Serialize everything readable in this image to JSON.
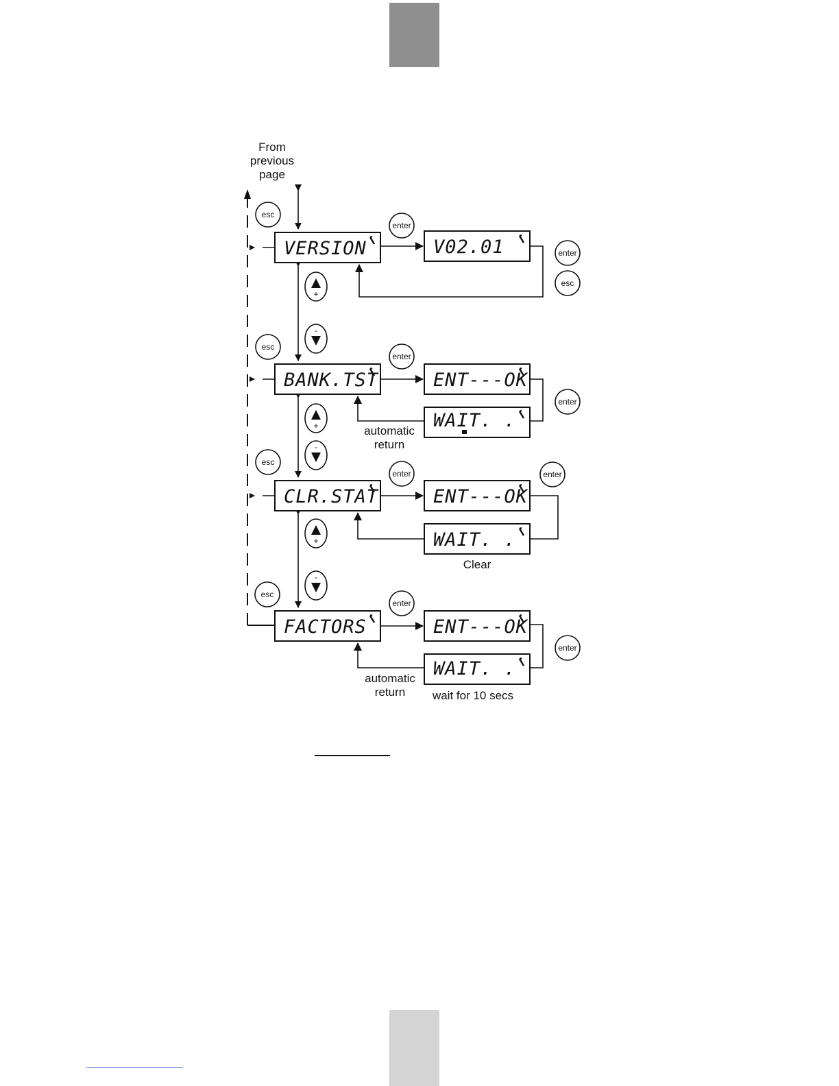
{
  "header_tab_color": "#8f8f8f",
  "footer_tab_color": "#d4d4d4",
  "footer_link_color": "#3a5bd9",
  "from_previous": [
    "From",
    "previous",
    "page"
  ],
  "buttons": {
    "esc": "esc",
    "enter": "enter",
    "plus": "+",
    "minus": "-"
  },
  "menu": [
    {
      "id": "version",
      "display": "VERSION"
    },
    {
      "id": "banktst",
      "display": "BANK.TST"
    },
    {
      "id": "clrstat",
      "display": "CLR.STAT"
    },
    {
      "id": "factors",
      "display": "FACTORS"
    }
  ],
  "sub_displays": {
    "version_value": "V02.01",
    "banktst_confirm": "ENT---OK",
    "banktst_wait": "WAIT. .",
    "clrstat_confirm": "ENT---OK",
    "clrstat_wait": "WAIT. .",
    "factors_confirm": "ENT---OK",
    "factors_wait": "WAIT. ."
  },
  "labels": {
    "auto_return_1": [
      "automatic",
      "return"
    ],
    "clear": "Clear",
    "auto_return_2": [
      "automatic",
      "return"
    ],
    "wait_10": "wait for 10 secs"
  }
}
